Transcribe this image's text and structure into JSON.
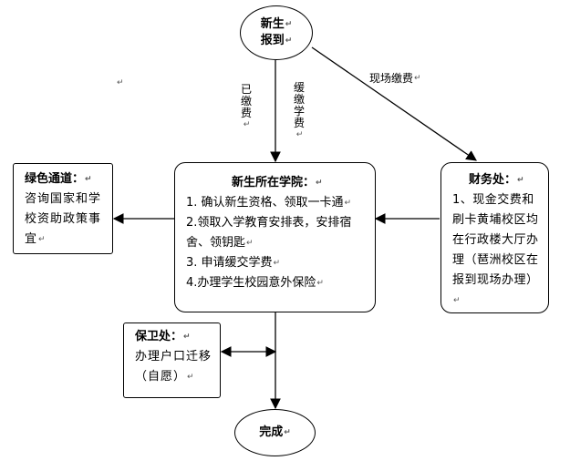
{
  "mark": "↵",
  "nodes": {
    "start": {
      "line1": "新生",
      "line2": "报到"
    },
    "college": {
      "title": "新生所在学院：",
      "items": [
        "1.  确认新生资格、领取一卡通",
        "2.领取入学教育安排表，安排宿舍、领钥匙",
        "3.  申请缓交学费",
        "4.办理学生校园意外保险"
      ]
    },
    "green": {
      "title": "绿色通道：",
      "body": "咨询国家和学校资助政策事宜"
    },
    "finance": {
      "title": "财务处：",
      "body": "1、现金交费和刷卡黄埔校区均在行政楼大厅办理（琶洲校区在报到现场办理）"
    },
    "security": {
      "title": "保卫处：",
      "body": "办理户口迁移（自愿）"
    },
    "end": {
      "label": "完成"
    }
  },
  "edges": {
    "paid": "已缴费",
    "deferred": "缓缴学费",
    "onsite": "现场缴费"
  }
}
